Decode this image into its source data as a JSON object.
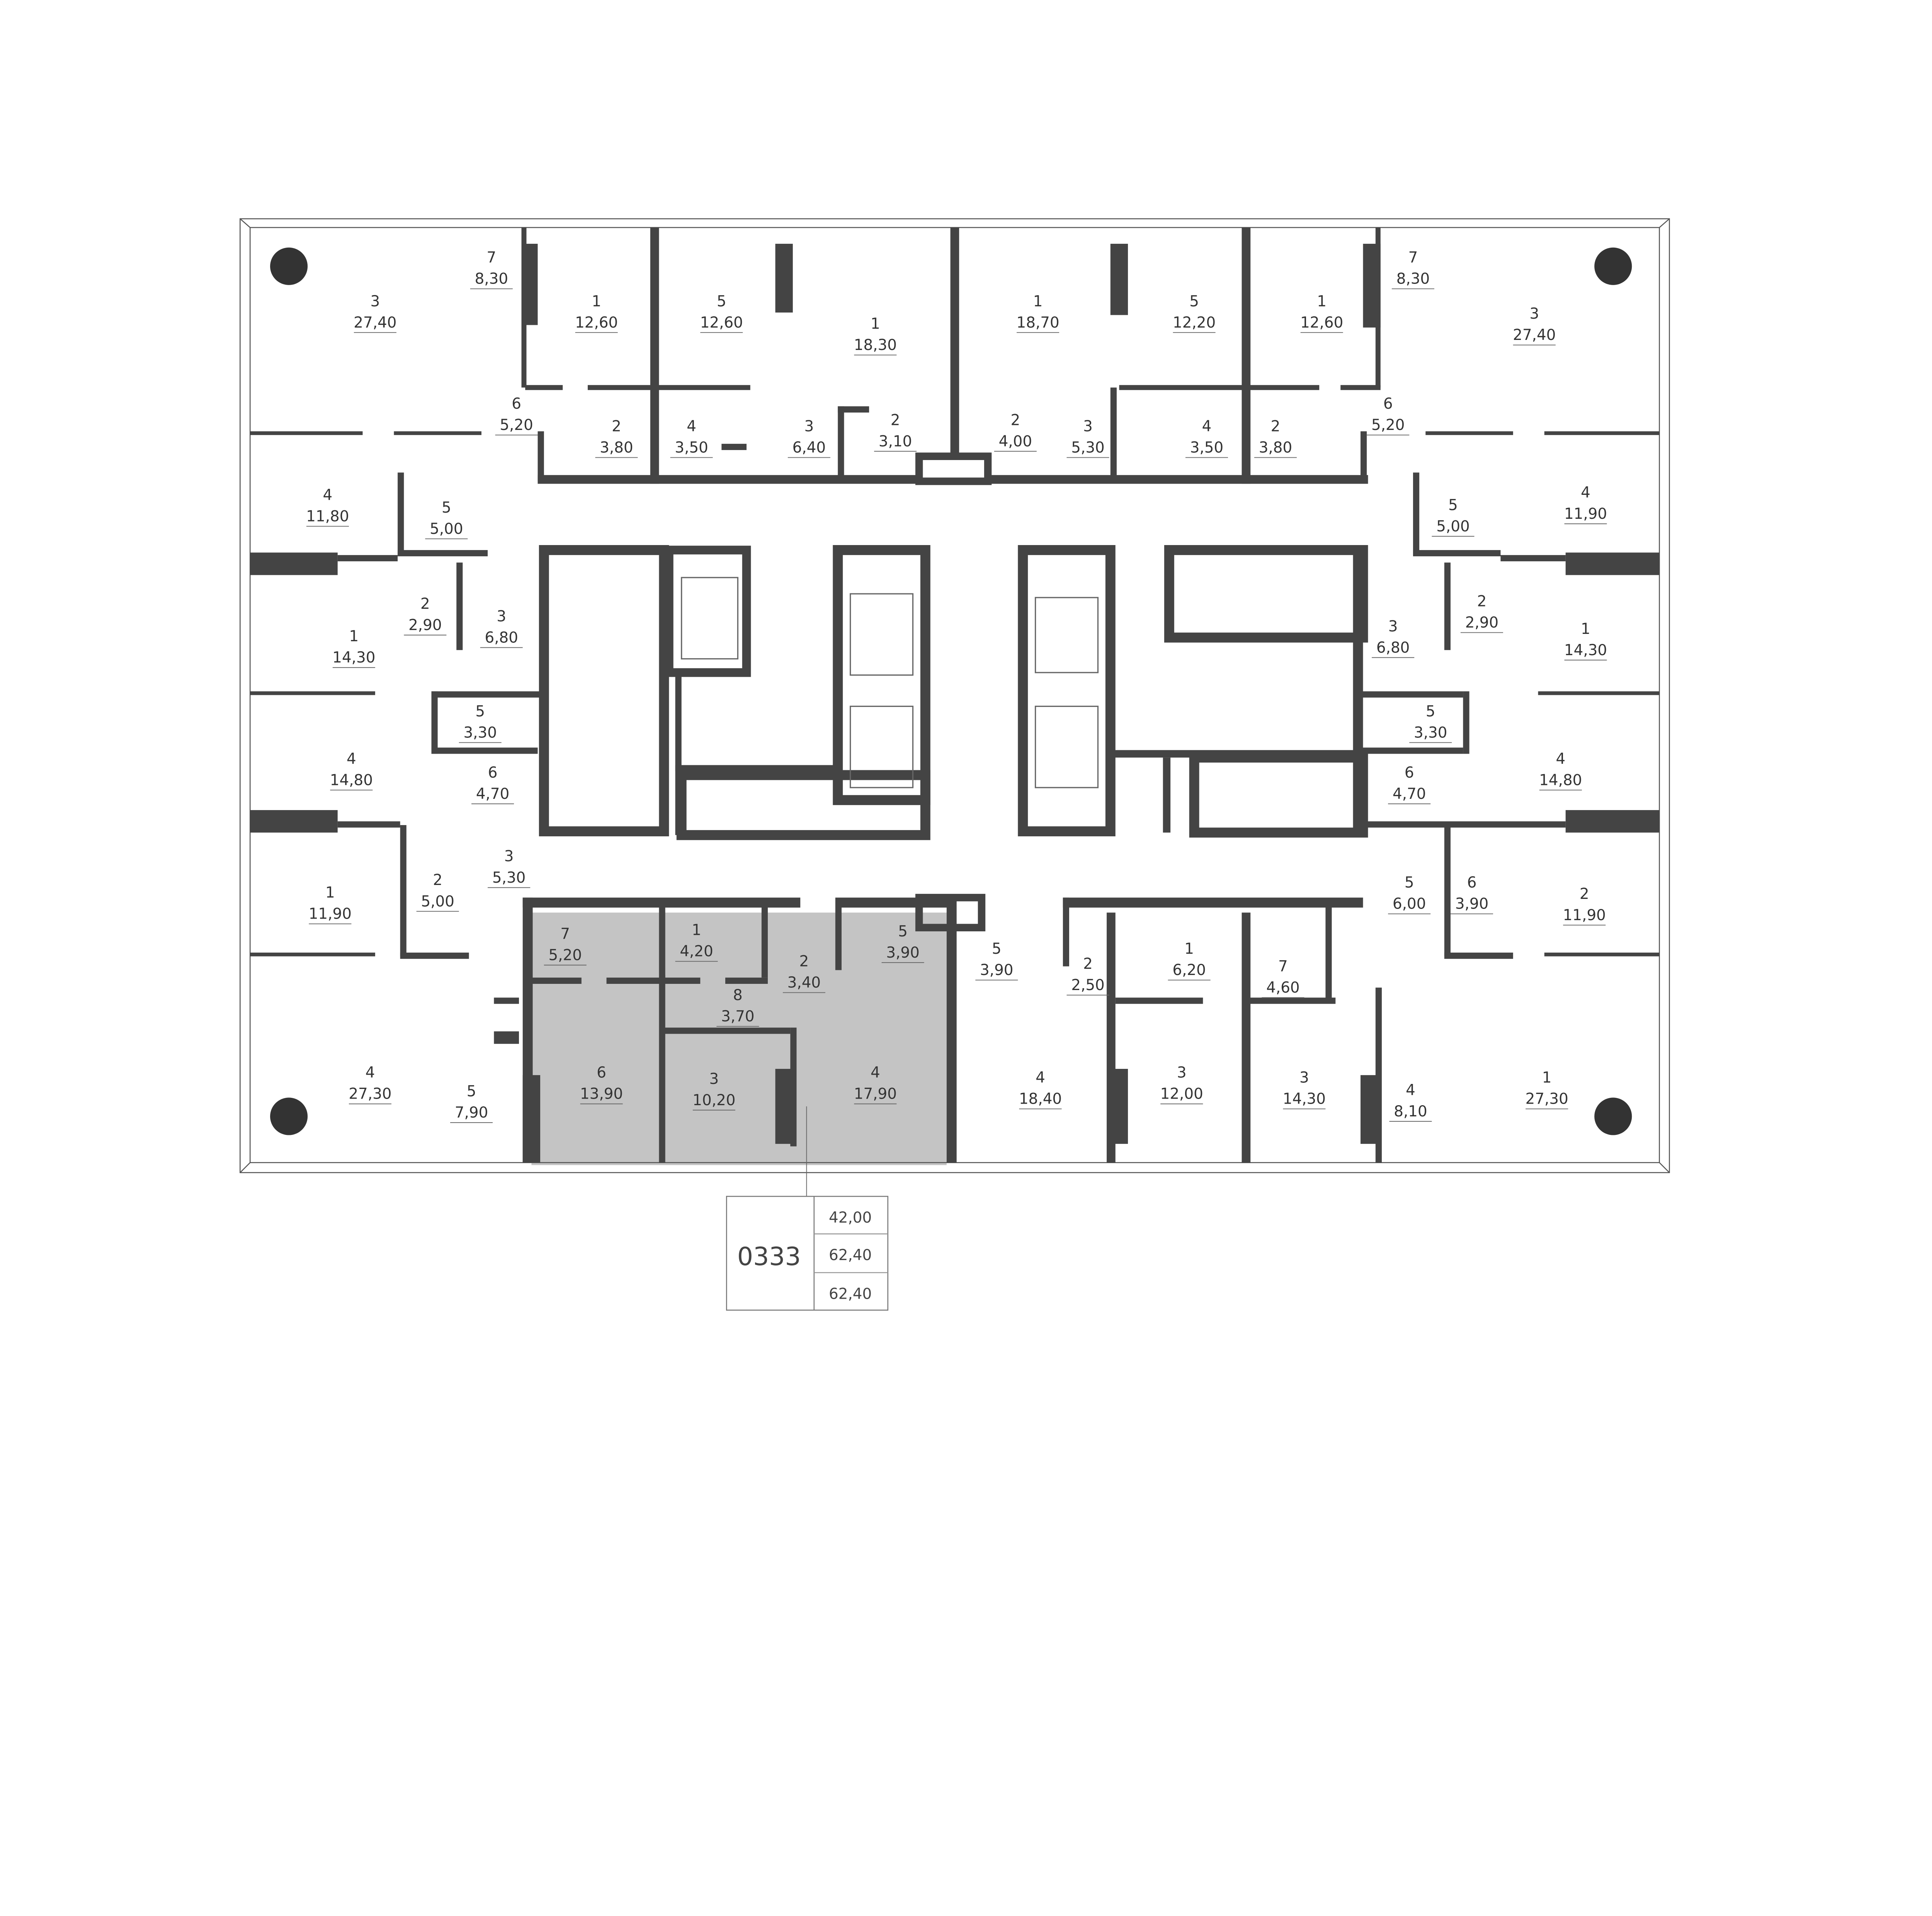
{
  "plan": {
    "highlight_color": "#c4c4c4",
    "wall_color": "#444444",
    "rooms": [
      {
        "number": "3",
        "area": "27,40"
      },
      {
        "number": "7",
        "area": "8,30"
      },
      {
        "number": "1",
        "area": "12,60"
      },
      {
        "number": "5",
        "area": "12,60"
      },
      {
        "number": "1",
        "area": "18,30"
      },
      {
        "number": "1",
        "area": "18,70"
      },
      {
        "number": "5",
        "area": "12,20"
      },
      {
        "number": "1",
        "area": "12,60"
      },
      {
        "number": "7",
        "area": "8,30"
      },
      {
        "number": "3",
        "area": "27,40"
      },
      {
        "number": "6",
        "area": "5,20"
      },
      {
        "number": "2",
        "area": "3,80"
      },
      {
        "number": "4",
        "area": "3,50"
      },
      {
        "number": "3",
        "area": "6,40"
      },
      {
        "number": "2",
        "area": "3,10"
      },
      {
        "number": "2",
        "area": "4,00"
      },
      {
        "number": "3",
        "area": "5,30"
      },
      {
        "number": "4",
        "area": "3,50"
      },
      {
        "number": "2",
        "area": "3,80"
      },
      {
        "number": "6",
        "area": "5,20"
      },
      {
        "number": "4",
        "area": "11,80"
      },
      {
        "number": "5",
        "area": "5,00"
      },
      {
        "number": "2",
        "area": "2,90"
      },
      {
        "number": "3",
        "area": "6,80"
      },
      {
        "number": "1",
        "area": "14,30"
      },
      {
        "number": "5",
        "area": "3,30"
      },
      {
        "number": "4",
        "area": "14,80"
      },
      {
        "number": "6",
        "area": "4,70"
      },
      {
        "number": "3",
        "area": "5,30"
      },
      {
        "number": "1",
        "area": "11,90"
      },
      {
        "number": "2",
        "area": "5,00"
      },
      {
        "number": "4",
        "area": "27,30"
      },
      {
        "number": "5",
        "area": "7,90"
      },
      {
        "number": "4",
        "area": "11,90"
      },
      {
        "number": "5",
        "area": "5,00"
      },
      {
        "number": "2",
        "area": "2,90"
      },
      {
        "number": "3",
        "area": "6,80"
      },
      {
        "number": "1",
        "area": "14,30"
      },
      {
        "number": "5",
        "area": "3,30"
      },
      {
        "number": "4",
        "area": "14,80"
      },
      {
        "number": "6",
        "area": "4,70"
      },
      {
        "number": "5",
        "area": "6,00"
      },
      {
        "number": "6",
        "area": "3,90"
      },
      {
        "number": "2",
        "area": "11,90"
      },
      {
        "number": "1",
        "area": "27,30"
      },
      {
        "number": "4",
        "area": "8,10"
      },
      {
        "number": "3",
        "area": "14,30"
      },
      {
        "number": "7",
        "area": "4,60"
      },
      {
        "number": "1",
        "area": "6,20"
      },
      {
        "number": "3",
        "area": "12,00"
      },
      {
        "number": "2",
        "area": "2,50"
      },
      {
        "number": "5",
        "area": "3,90"
      },
      {
        "number": "4",
        "area": "18,40"
      },
      {
        "number": "7",
        "area": "5,20"
      },
      {
        "number": "1",
        "area": "4,20"
      },
      {
        "number": "2",
        "area": "3,40"
      },
      {
        "number": "5",
        "area": "3,90"
      },
      {
        "number": "8",
        "area": "3,70"
      },
      {
        "number": "6",
        "area": "13,90"
      },
      {
        "number": "3",
        "area": "10,20"
      },
      {
        "number": "4",
        "area": "17,90"
      }
    ]
  },
  "legend": {
    "apartment_number": "0333",
    "values": [
      "42,00",
      "62,40",
      "62,40"
    ]
  }
}
